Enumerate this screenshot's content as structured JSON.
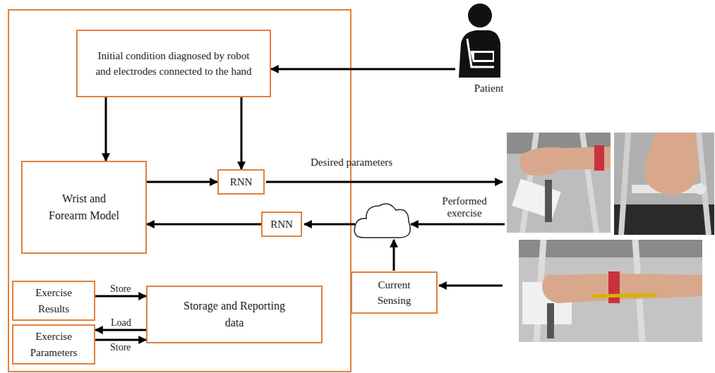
{
  "diagram": {
    "nodes": [
      {
        "text": [
          "Initial condition diagnosed by robot and electrodes connected to the hand"
        ]
      },
      {
        "text": [
          "Patient"
        ]
      },
      {
        "text": [
          "Wrist and Forearm Model"
        ]
      },
      {
        "text": [
          "RNN"
        ]
      },
      {
        "text": [
          "RNN"
        ]
      },
      {
        "text": [
          "Exercise Results"
        ]
      },
      {
        "text": [
          "Storage and Reporting data"
        ]
      },
      {
        "text": [
          "Exercise Parameters"
        ]
      },
      {
        "text": [
          "Current Sensing"
        ]
      }
    ],
    "edges": [
      {
        "from": 1,
        "to": 0,
        "arrow": "to"
      },
      {
        "from": 0,
        "to": 2,
        "arrow": "to"
      },
      {
        "from": 0,
        "to": 3,
        "arrow": "to"
      },
      {
        "from": 2,
        "to": 3,
        "arrow": "to"
      },
      {
        "from": 4,
        "to": 2,
        "arrow": "to"
      },
      {
        "from": 5,
        "to": 6,
        "label": "Store",
        "arrow": "to"
      },
      {
        "from": 6,
        "to": 7,
        "label": "Load",
        "arrow": "to"
      },
      {
        "from": 7,
        "to": 6,
        "label": "Store",
        "arrow": "to"
      }
    ],
    "labels": [
      "Desired parameters",
      "Performed exercise"
    ]
  }
}
